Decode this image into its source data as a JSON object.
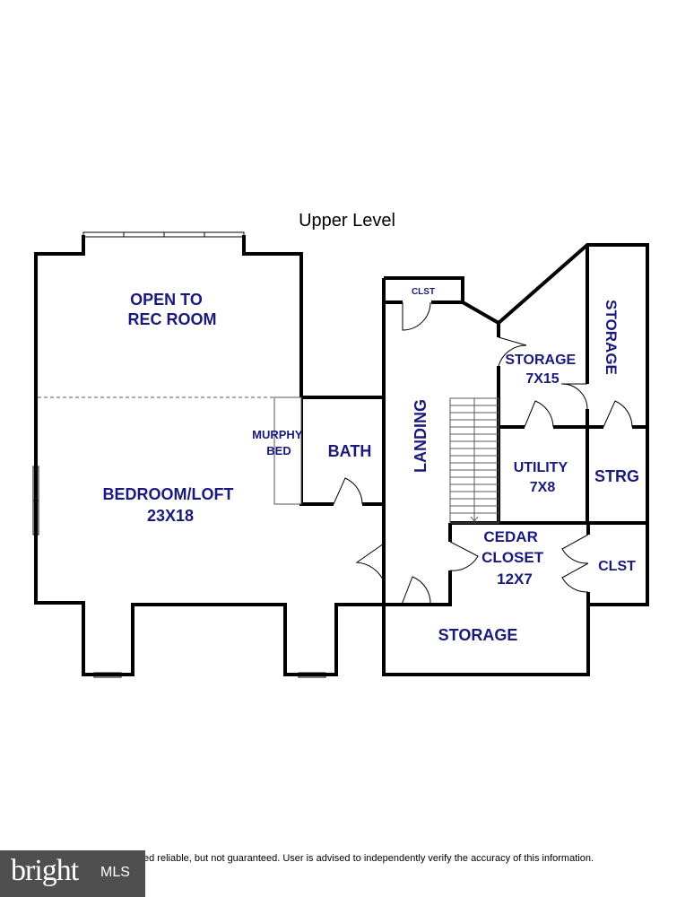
{
  "title": "Upper Level",
  "rooms": {
    "open_to": [
      "OPEN TO",
      "REC ROOM"
    ],
    "bedroom": [
      "BEDROOM/LOFT",
      "23X18"
    ],
    "murphy": [
      "MURPHY",
      "BED"
    ],
    "bath": "BATH",
    "landing": "LANDING",
    "clst_top": "CLST",
    "storage_715": [
      "STORAGE",
      "7X15"
    ],
    "storage_vertical": "STORAGE",
    "utility": [
      "UTILITY",
      "7X8"
    ],
    "strg": "STRG",
    "cedar": [
      "CEDAR",
      "CLOSET",
      "12X7"
    ],
    "clst_right": "CLST",
    "storage_bottom": "STORAGE"
  },
  "footer": {
    "disclaimer": "ed reliable, but not guaranteed.  User is advised to independently verify the accuracy of this information.",
    "logo_word": "bright",
    "logo_suffix": "MLS"
  },
  "colors": {
    "label": "#1a1a7a",
    "wall": "#000000"
  }
}
